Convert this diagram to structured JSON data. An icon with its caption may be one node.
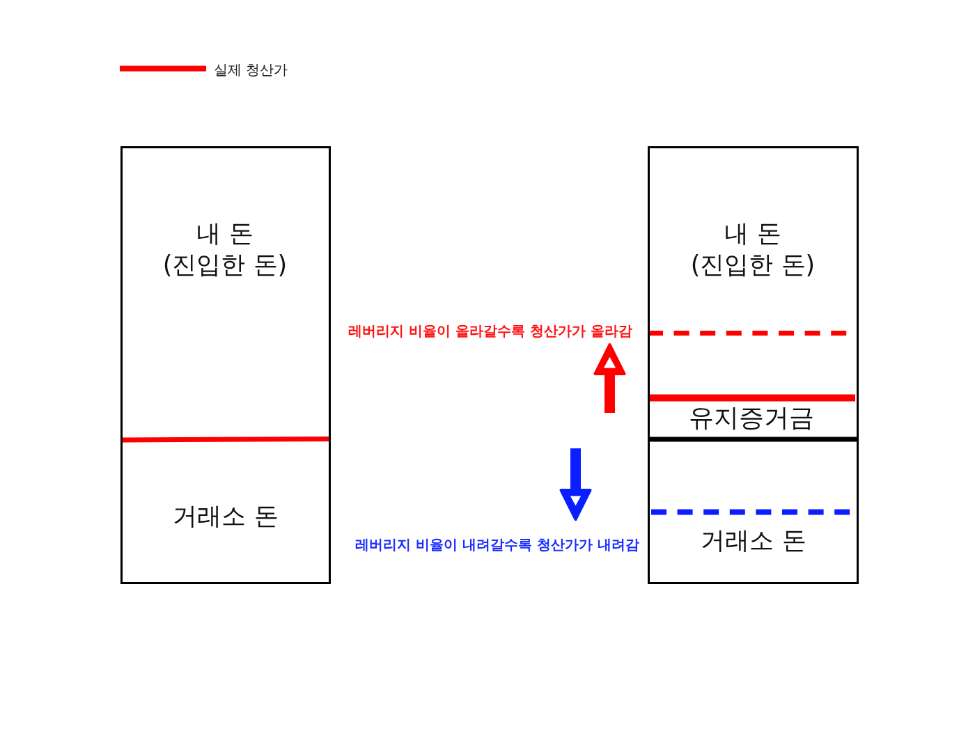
{
  "diagram": {
    "nodes": [
      {
        "text": [],
        "shape": "box"
      },
      {
        "text": [
          "내 돈 (진입한 돈)"
        ],
        "in": 0
      },
      {
        "text": [
          "거래소 돈"
        ],
        "in": 0
      },
      {
        "text": [],
        "shape": "box"
      },
      {
        "text": [
          "내 돈 (진입한 돈)"
        ],
        "in": 3
      },
      {
        "text": [
          "유지증거금"
        ],
        "in": 3
      },
      {
        "text": [
          "거래소 돈"
        ],
        "in": 3
      }
    ],
    "labels": [
      "레버리지 비율이 올라갈수록 청산가가 올라감",
      "레버리지 비율이 내려갈수록 청산가가 내려감"
    ],
    "legend": [
      {
        "text": "실제 청산가"
      }
    ]
  }
}
